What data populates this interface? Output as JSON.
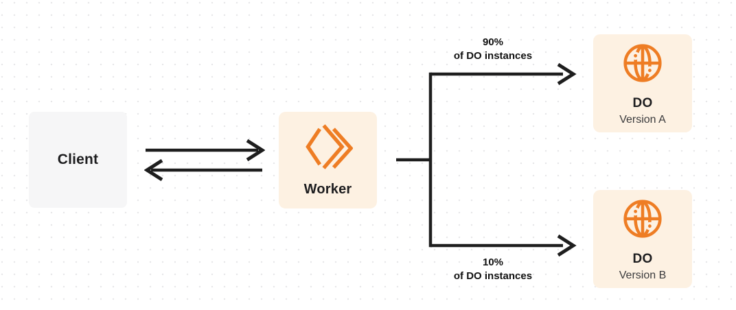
{
  "nodes": {
    "client": {
      "label": "Client"
    },
    "worker": {
      "label": "Worker"
    },
    "do_version_a": {
      "title": "DO",
      "subtitle": "Version A"
    },
    "do_version_b": {
      "title": "DO",
      "subtitle": "Version B"
    }
  },
  "edges": {
    "top_branch": {
      "label_line1": "90%",
      "label_line2": "of DO instances"
    },
    "bottom_branch": {
      "label_line1": "10%",
      "label_line2": "of DO instances"
    }
  },
  "icons": {
    "worker_icon": "cloudflare-workers-chevrons",
    "do_icon": "durable-object-globe"
  },
  "colors": {
    "accent_orange": "#EE7D24",
    "node_cream_bg": "#FDF1E2",
    "node_gray_bg": "#F6F6F7",
    "connector_dark": "#1E1E1E"
  }
}
